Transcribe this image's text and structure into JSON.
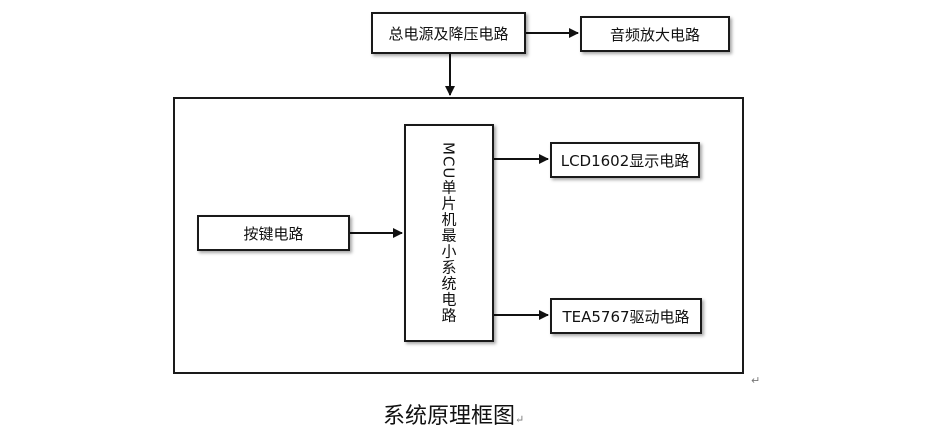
{
  "diagram": {
    "blocks": {
      "power": "总电源及降压电路",
      "audio": "音频放大电路",
      "mcu": "MCU单片机最小系统电路",
      "lcd": "LCD1602显示电路",
      "keys": "按键电路",
      "tea": "TEA5767驱动电路"
    },
    "caption": "系统原理框图",
    "paragraph_mark": "↵"
  }
}
